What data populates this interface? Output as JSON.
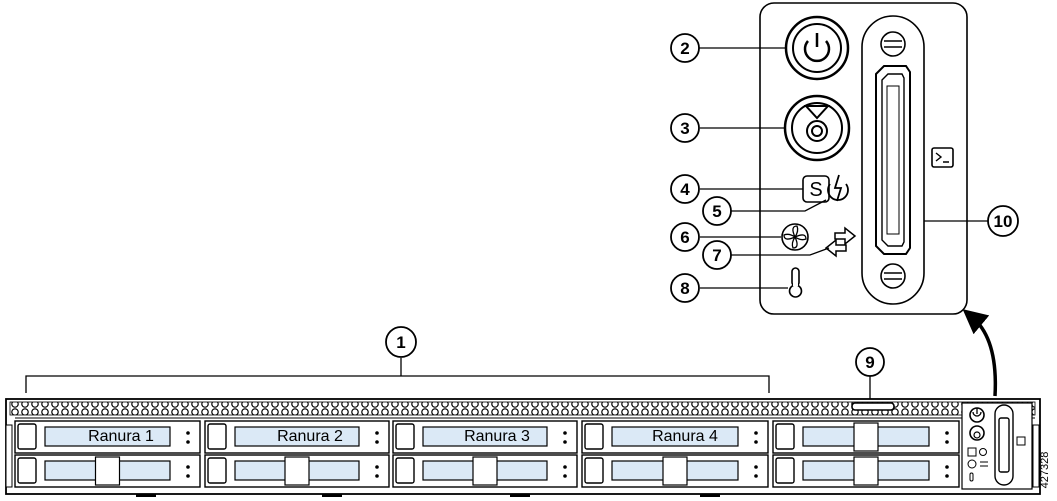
{
  "callouts": [
    "1",
    "2",
    "3",
    "4",
    "5",
    "6",
    "7",
    "8",
    "9",
    "10"
  ],
  "slots": [
    "Ranura 1",
    "Ranura 2",
    "Ranura 3",
    "Ranura 4"
  ],
  "figure_number": "427328",
  "panel_labels": {
    "id_badge": "S"
  },
  "icons": [
    "power-button-icon",
    "unit-id-button-icon",
    "system-status-icon",
    "power-supply-status-icon",
    "fan-status-icon",
    "network-link-icon",
    "temperature-icon",
    "kvm-console-icon",
    "kvm-connector-icon",
    "pull-tab",
    "zoom-arrow"
  ]
}
